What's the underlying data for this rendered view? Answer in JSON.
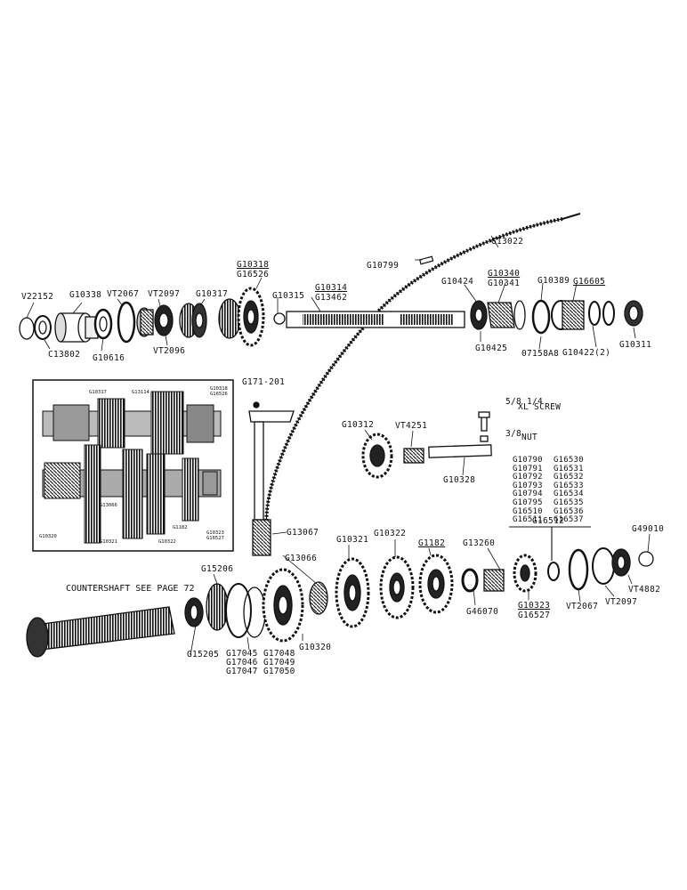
{
  "parts": {
    "speedo_cable": "G13022",
    "cable_fitting": "G10799",
    "mainshaft_group": [
      "G10318",
      "G16526"
    ],
    "mainshaft": [
      "G10314",
      "G13462"
    ],
    "p_v22152": "V22152",
    "p_g10338": "G10338",
    "p_c13802": "C13802",
    "p_g10616": "G10616",
    "p_vt2067_top": "VT2067",
    "p_vt2097_top": "VT2097",
    "p_vt2096": "VT2096",
    "p_g10317": "G10317",
    "p_g10315": "G10315",
    "p_g10424": "G10424",
    "p_g10425": "G10425",
    "p_g10340_group": [
      "G10340",
      "G10341"
    ],
    "p_g10389": "G10389",
    "p_g16605": "G16605",
    "p_07158a8": "07158A8",
    "p_g10422": "G10422(2)",
    "p_g10311": "G10311",
    "p_g171_201": "G171-201",
    "p_g13067": "G13067",
    "p_g10312": "G10312",
    "p_vt4251": "VT4251",
    "p_g10328": "G10328",
    "screw": "XL   SCREW",
    "nut": "NUT",
    "frac_screw_a": "5/8",
    "frac_screw_b": "1/4",
    "frac_nut": "3/8",
    "list_col1": "G10790\nG10791\nG10792\nG10793\nG10794\nG10795\nG16510\nG16511",
    "list_col2": "G16530\nG16531\nG16532\nG16533\nG16534\nG16535\nG16536\nG16537",
    "list_group": "G16512",
    "p_g49010": "G49010",
    "p_vt4882": "VT4882",
    "p_vt2097_bot": "VT2097",
    "p_vt2067_bot": "VT2067",
    "p_g10323_group": [
      "G10323",
      "G16527"
    ],
    "p_g13260": "G13260",
    "p_g46070": "G46070",
    "p_g1182": "G1182",
    "p_g10322": "G10322",
    "p_g10321": "G10321",
    "p_g13066": "G13066",
    "p_g10320": "G10320",
    "p_g15206": "G15206",
    "p_g15205": "G15205",
    "countershaft_note": "COUNTERSHAFT\nSEE PAGE 72",
    "g17_col1": "G17045\nG17046\nG17047",
    "g17_col2": "G17048\nG17049\nG17050"
  },
  "inset": {
    "l_g10317": "G10317",
    "l_g13114": "G13114",
    "l_g10318": "G10318",
    "l_g16526": "G16526",
    "l_g10320": "G10320",
    "l_g10321": "G10321",
    "l_g13066": "G13066",
    "l_g10322": "G10322",
    "l_g1182": "G1182",
    "l_g10323": "G10323",
    "l_g16527": "G16527"
  }
}
